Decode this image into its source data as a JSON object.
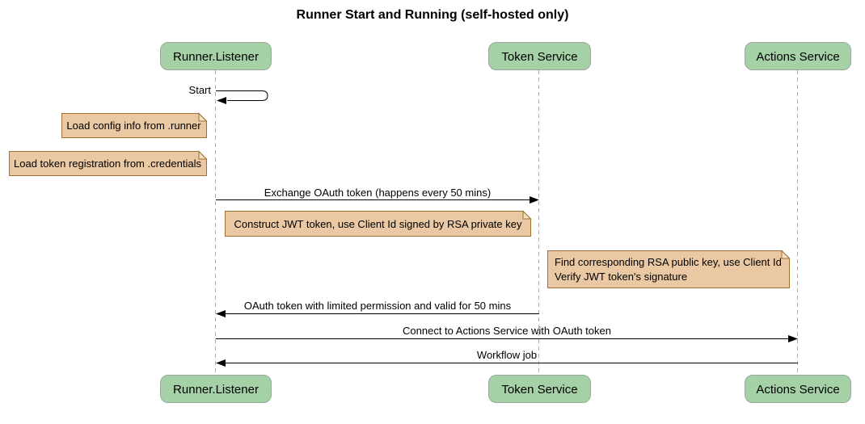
{
  "title": "Runner Start and Running (self-hosted only)",
  "participants": [
    {
      "name": "Runner.Listener"
    },
    {
      "name": "Token Service"
    },
    {
      "name": "Actions Service"
    }
  ],
  "messages": [
    {
      "label": "Start",
      "from": "Runner.Listener",
      "to": "Runner.Listener",
      "kind": "self"
    },
    {
      "label": "Exchange OAuth token (happens every 50 mins)",
      "from": "Runner.Listener",
      "to": "Token Service",
      "kind": "solid-arrow"
    },
    {
      "label": "OAuth token with limited permission and valid for 50 mins",
      "from": "Token Service",
      "to": "Runner.Listener",
      "kind": "solid-arrow"
    },
    {
      "label": "Connect to Actions Service with OAuth token",
      "from": "Runner.Listener",
      "to": "Actions Service",
      "kind": "solid-arrow"
    },
    {
      "label": "Workflow job",
      "from": "Actions Service",
      "to": "Runner.Listener",
      "kind": "solid-arrow"
    }
  ],
  "notes": [
    {
      "lines": [
        "Load config info from .runner"
      ],
      "position": "left of Runner.Listener"
    },
    {
      "lines": [
        "Load token registration from .credentials"
      ],
      "position": "left of Runner.Listener"
    },
    {
      "lines": [
        "Construct JWT token, use Client Id signed by RSA private key"
      ],
      "position": "right of Runner.Listener"
    },
    {
      "lines": [
        "Find corresponding RSA public key, use Client Id",
        "Verify JWT token's signature"
      ],
      "position": "left of Actions Service"
    }
  ],
  "colors": {
    "participant_fill": "#a5d1a6",
    "participant_border": "#9aa89b",
    "note_fill": "#e9c8a3",
    "note_border": "#9e7032",
    "note_fold_fill": "#f2dfc6",
    "lifeline": "#b0b0b0",
    "message_line": "#000000",
    "text": "#000000",
    "background": "#ffffff"
  }
}
